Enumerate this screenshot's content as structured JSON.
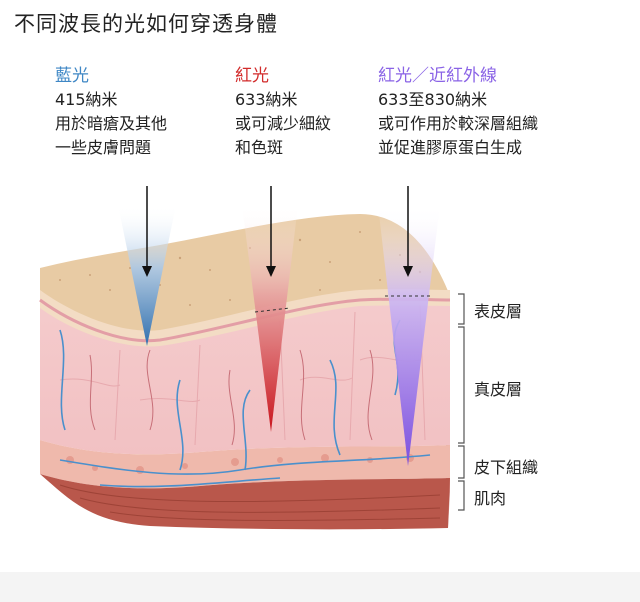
{
  "title": "不同波長的光如何穿透身體",
  "columns": [
    {
      "heading": "藍光",
      "color": "#3f87c5",
      "lines": [
        "415納米",
        "用於暗瘡及其他",
        "一些皮膚問題"
      ]
    },
    {
      "heading": "紅光",
      "color": "#d22b2b",
      "lines": [
        "633納米",
        "或可減少細紋",
        "和色斑"
      ]
    },
    {
      "heading": "紅光／近紅外線",
      "color": "#8a63e6",
      "lines": [
        "633至830納米",
        "或可作用於較深層組織",
        "並促進膠原蛋白生成"
      ]
    }
  ],
  "layers": [
    "表皮層",
    "真皮層",
    "皮下組織",
    "肌肉"
  ],
  "colors": {
    "epidermis": "#e6c9a2",
    "dermis": "#f7d5d8",
    "subcutaneous": "#f0b7a9",
    "muscle": "#b8584c",
    "vessel": "#4a90cc"
  }
}
